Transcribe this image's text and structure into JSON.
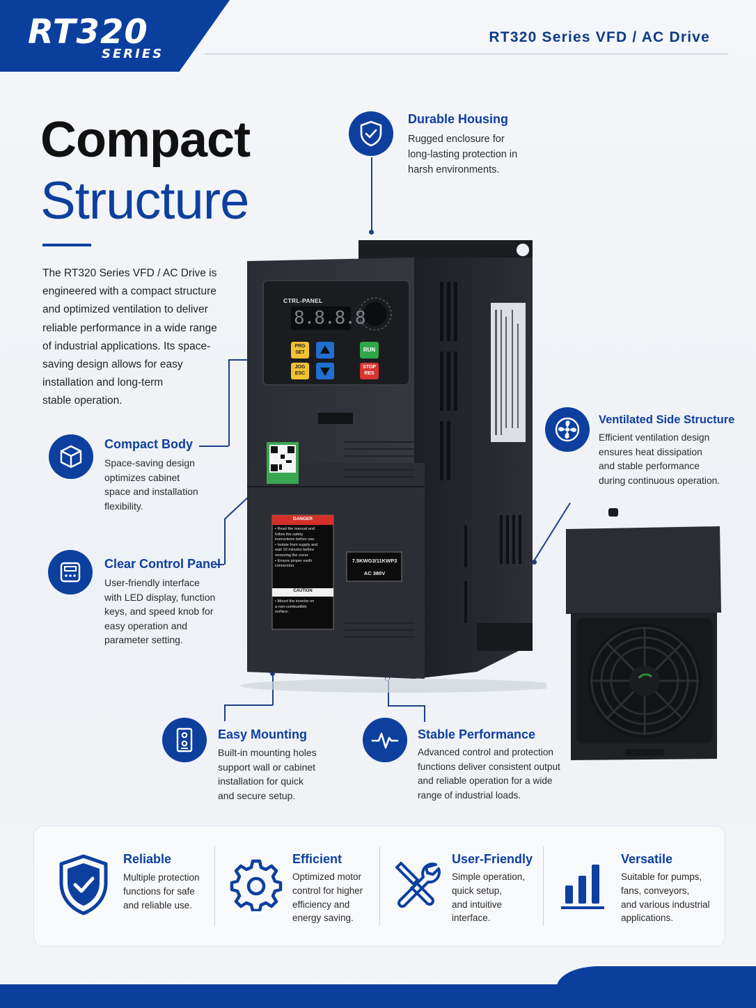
{
  "brand": {
    "logo_main": "RT320",
    "logo_sub": "SERIES",
    "accent": "#0d3f9f",
    "dark_blue": "#0a3f9e"
  },
  "header": {
    "title": "RT320 Series VFD / AC Drive"
  },
  "headline": {
    "line1": "Compact",
    "line2": "Structure"
  },
  "intro": "The RT320 Series VFD / AC Drive is\nengineered with a compact structure\nand optimized ventilation to deliver\nreliable performance in a wide range\nof industrial applications. Its space-\nsaving design allows for easy\ninstallation and long-term\nstable operation.",
  "features": {
    "durable": {
      "icon": "shield-check-icon",
      "title": "Durable Housing",
      "desc": "Rugged enclosure for\nlong-lasting protection in\nharsh environments."
    },
    "compact": {
      "icon": "cube-icon",
      "title": "Compact Body",
      "desc": "Space-saving design\noptimizes cabinet\nspace and installation\nflexibility."
    },
    "control": {
      "icon": "control-panel-icon",
      "title": "Clear Control Panel",
      "desc": "User-friendly interface\nwith LED display, function\nkeys, and speed knob for\neasy operation and\nparameter setting."
    },
    "ventilated": {
      "icon": "fan-icon",
      "title": "Ventilated Side Structure",
      "desc": "Efficient ventilation design\nensures heat dissipation\nand stable performance\nduring continuous operation."
    },
    "mounting": {
      "icon": "mounting-plate-icon",
      "title": "Easy Mounting",
      "desc": "Built-in mounting holes\nsupport wall or cabinet\ninstallation for quick\nand secure setup."
    },
    "stable": {
      "icon": "pulse-icon",
      "title": "Stable Performance",
      "desc": "Advanced control and protection\nfunctions deliver consistent output\nand reliable operation for a wide\nrange of industrial loads."
    }
  },
  "product": {
    "panel_label": "CTRL-PANEL",
    "display": "8.8.8.8",
    "keys": {
      "prg": "PRG\nSET",
      "jog": "JOG\nESC",
      "run": "RUN",
      "stop": "STOP\nRES"
    },
    "rating_line1": "7.5KWG3/11KWP3",
    "rating_line2": "AC 380V",
    "warning_head": "DANGER",
    "warning_lines": [
      "• Read the manual and",
      "follow the safety",
      "instructions before use.",
      "• Isolate from supply and",
      "wait 10 minutes before",
      "removing the cover.",
      "• Ensure proper earth",
      "connection."
    ],
    "caution_head": "CAUTION",
    "caution_lines": [
      "• Mount the inverter on",
      "a non-combustible",
      "surface."
    ]
  },
  "benefits": [
    {
      "icon": "shield-check-icon",
      "title": "Reliable",
      "desc": "Multiple protection\nfunctions for safe\nand reliable use."
    },
    {
      "icon": "gear-icon",
      "title": "Efficient",
      "desc": "Optimized motor\ncontrol for higher\nefficiency and\nenergy saving."
    },
    {
      "icon": "tools-icon",
      "title": "User-Friendly",
      "desc": "Simple operation,\nquick setup,\nand intuitive\ninterface."
    },
    {
      "icon": "bar-chart-icon",
      "title": "Versatile",
      "desc": "Suitable for pumps,\nfans, conveyors,\nand various industrial\napplications."
    }
  ]
}
